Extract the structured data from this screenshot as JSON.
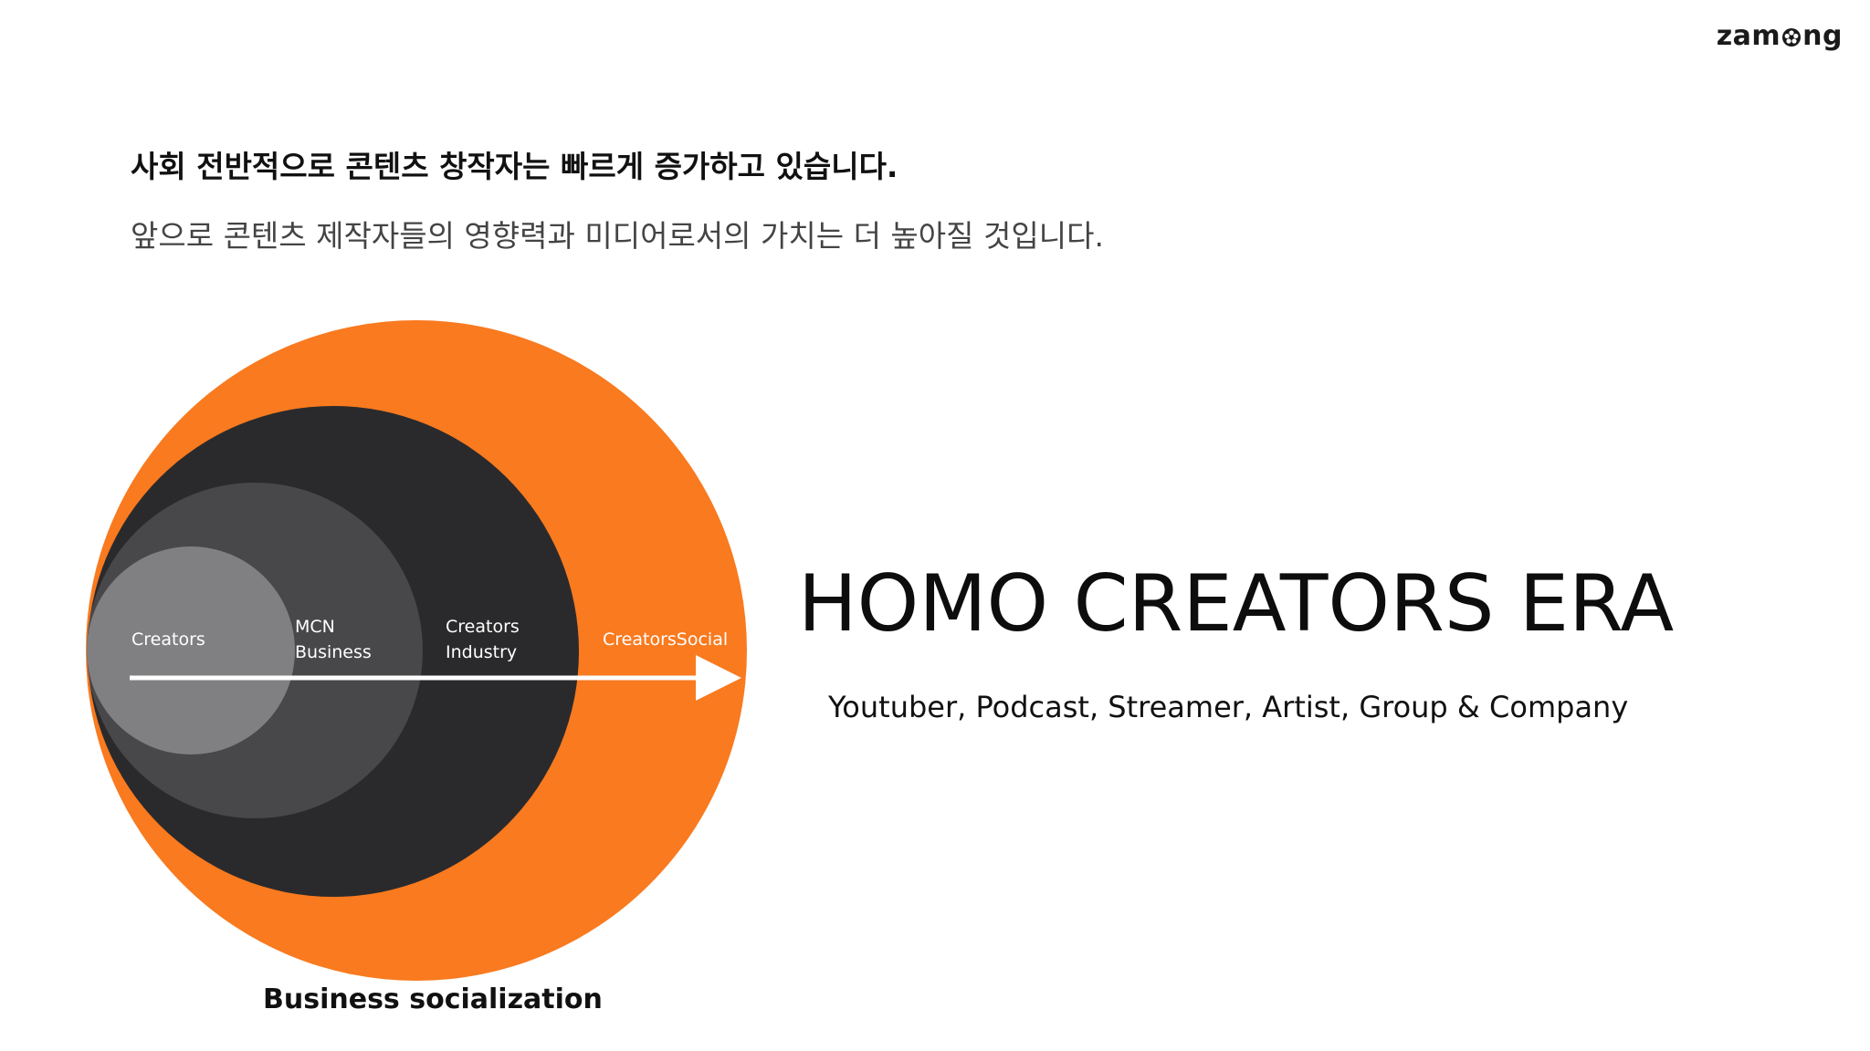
{
  "brand": {
    "logo_text_pre": "zam",
    "logo_text_post": "ng"
  },
  "headline": "사회 전반적으로 콘텐츠 창작자는 빠르게 증가하고 있습니다.",
  "subline": "앞으로 콘텐츠 제작자들의 영향력과 미디어로서의 가치는 더 높아질 것입니다.",
  "diagram": {
    "labels": {
      "creators": "Creators",
      "mcn_line1": "MCN",
      "mcn_line2": "Business",
      "industry_line1": "Creators",
      "industry_line2": "Industry",
      "social": "CreatorsSocial"
    },
    "colors": {
      "outer": "#f97a1f",
      "dark": "#2a2a2c",
      "mid": "#48474a",
      "inner": "#807f82",
      "arrow": "#ffffff"
    },
    "caption": "Business socialization"
  },
  "hero": {
    "title": "HOMO CREATORS ERA",
    "roles": "Youtuber, Podcast, Streamer, Artist, Group & Company"
  }
}
